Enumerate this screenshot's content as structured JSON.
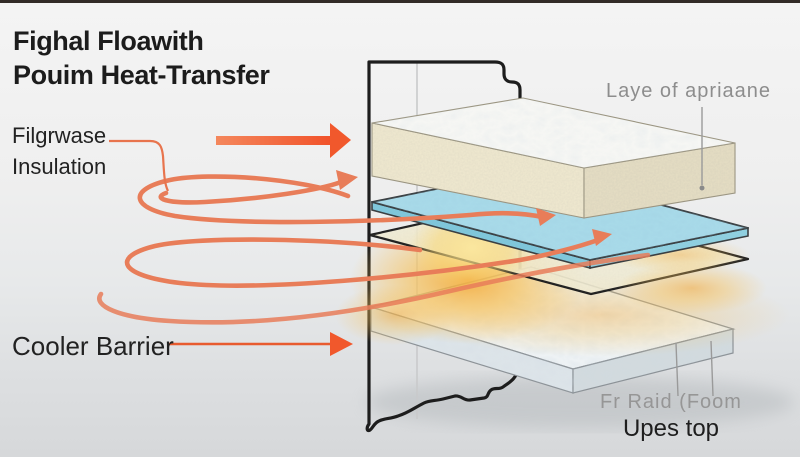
{
  "title": {
    "line1": "Fighal Floawith",
    "line2": "Pouim Heat-Transfer"
  },
  "callouts": {
    "insulation_line1": "Filgrwase",
    "insulation_line2": "Insulation",
    "cooler_barrier": "Cooler Barrier",
    "membrane_layer": "Laye of apriaane",
    "bottom_foam_sub": "Fr Raid (Foom",
    "bottom_foam_main": "Upes top"
  },
  "colors": {
    "accent-arrow": "#f1582c",
    "spiral": "#e87d59",
    "title-ink": "#1c1c1c",
    "label-ink": "#222222",
    "muted-label": "#8d8d8d",
    "wall-ink": "#1d1d1d",
    "foam-cream": "#f1ead0",
    "barrier-blue": "#a8dae9",
    "membrane-tan": "#f3edd3",
    "glow-orange": "#f3a52e",
    "bottom-foam-white": "#eff3f5"
  }
}
